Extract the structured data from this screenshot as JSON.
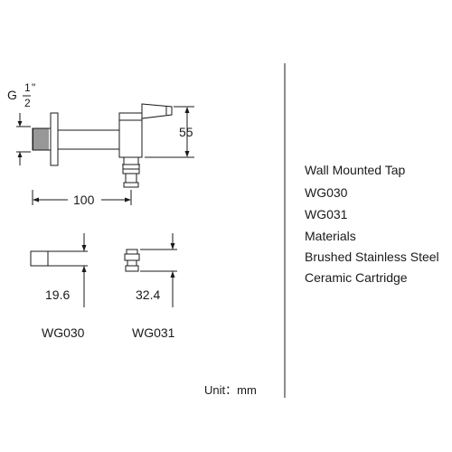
{
  "drawing": {
    "thread": {
      "letter": "G",
      "numerator": "1",
      "denominator": "2",
      "inch_mark": "\""
    },
    "dimensions": {
      "length": "100",
      "height": "55",
      "wg030_depth": "19.6",
      "wg031_depth": "32.4"
    },
    "variant_labels": {
      "wg030": "WG030",
      "wg031": "WG031"
    }
  },
  "specs": {
    "lines": [
      "Wall Mounted Tap",
      "WG030",
      "WG031",
      "Materials",
      "Brushed Stainless Steel",
      "Ceramic Cartridge"
    ]
  },
  "unit_label": "Unit：mm"
}
